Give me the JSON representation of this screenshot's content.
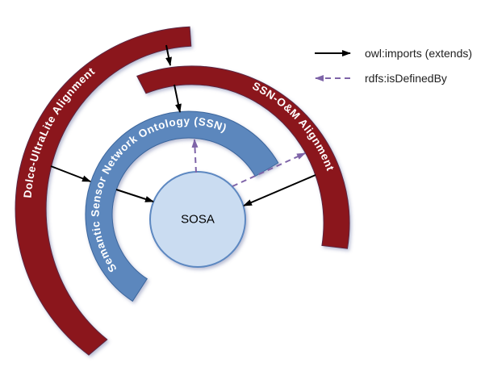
{
  "diagram": {
    "arcs": [
      {
        "id": "dolce",
        "label": "Dolce-UltraLite Alignment"
      },
      {
        "id": "ssn-om",
        "label": "SSN-O&M Alignment"
      },
      {
        "id": "ssn",
        "label": "Semantic Sensor Network Ontology (SSN)"
      }
    ],
    "center": {
      "label": "SOSA"
    },
    "colors": {
      "dark_red": "#8b161c",
      "blue": "#5b87bd",
      "light_blue": "#cadcf1",
      "purple": "#7e64a8",
      "black": "#000000"
    }
  },
  "legend": {
    "items": [
      {
        "label": "owl:imports (extends)",
        "line_style": "solid",
        "direction": "right"
      },
      {
        "label": "rdfs:isDefinedBy",
        "line_style": "dashed",
        "direction": "left"
      }
    ]
  }
}
